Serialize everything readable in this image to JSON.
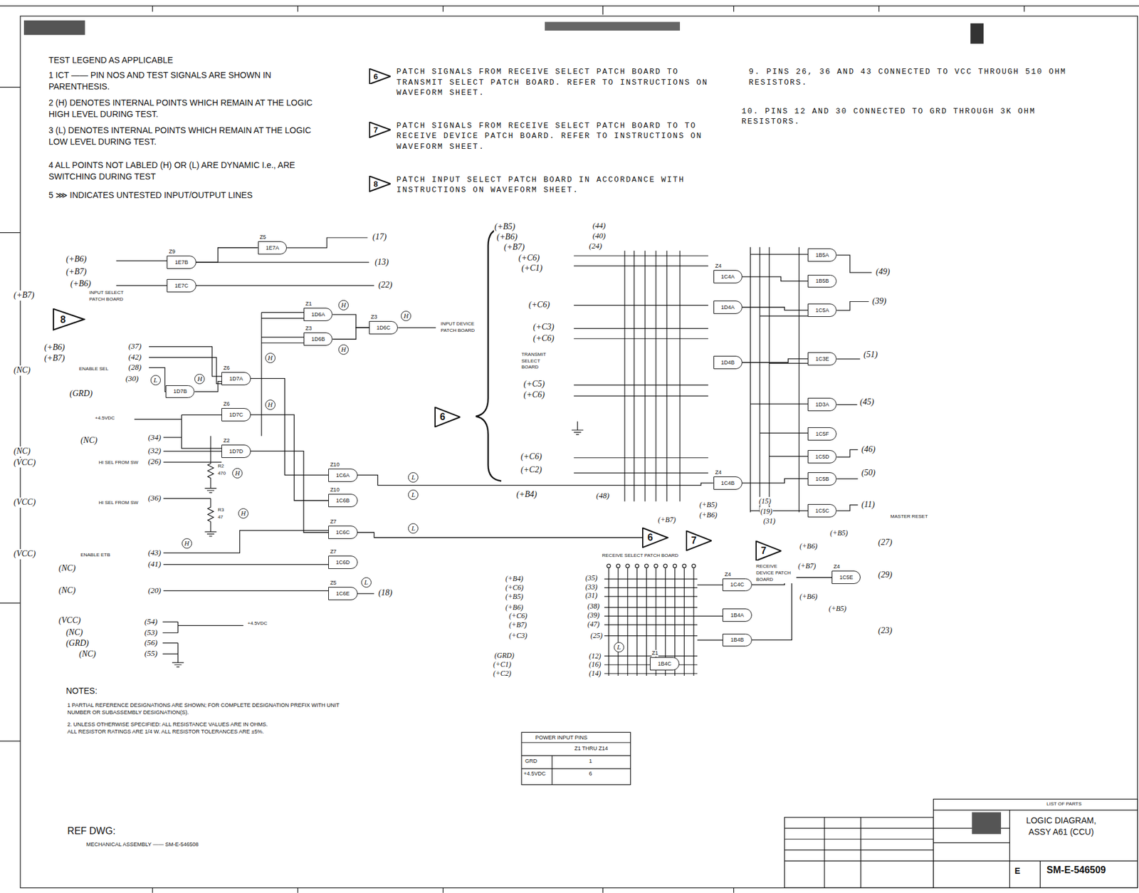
{
  "diagram": {
    "nodes": [
      {
        "text": [
          "6"
        ]
      },
      {
        "text": [
          "7"
        ]
      },
      {
        "text": [
          "8"
        ]
      },
      {
        "text": [
          "8"
        ]
      },
      {
        "text": [
          "1E7A",
          "Z5"
        ]
      },
      {
        "text": [
          "1E7B",
          "Z9"
        ]
      },
      {
        "text": [
          "1E7C"
        ]
      },
      {
        "text": [
          "1D6A",
          "Z1"
        ]
      },
      {
        "text": [
          "1D6B",
          "Z3"
        ]
      },
      {
        "text": [
          "1D6C",
          "Z3"
        ]
      },
      {
        "text": [
          "1D7A",
          "Z6"
        ]
      },
      {
        "text": [
          "1D7B"
        ]
      },
      {
        "text": [
          "1D7C",
          "Z6"
        ]
      },
      {
        "text": [
          "1D7D",
          "Z2"
        ]
      },
      {
        "text": [
          "1C6A",
          "Z10"
        ]
      },
      {
        "text": [
          "1C6B",
          "Z10"
        ]
      },
      {
        "text": [
          "1C6C",
          "Z7"
        ]
      },
      {
        "text": [
          "1C6D",
          "Z7"
        ]
      },
      {
        "text": [
          "1C6E",
          "Z5"
        ]
      },
      {
        "text": [
          "6"
        ]
      },
      {
        "text": [
          "1C4A",
          "Z4"
        ]
      },
      {
        "text": [
          "1D4A"
        ]
      },
      {
        "text": [
          "1D4B"
        ]
      },
      {
        "text": [
          "1C4B",
          "Z4"
        ]
      },
      {
        "text": [
          "1B5A"
        ]
      },
      {
        "text": [
          "1B5B"
        ]
      },
      {
        "text": [
          "1C5A"
        ]
      },
      {
        "text": [
          "1C3E"
        ]
      },
      {
        "text": [
          "1D3A"
        ]
      },
      {
        "text": [
          "1C5F"
        ]
      },
      {
        "text": [
          "1C5D"
        ]
      },
      {
        "text": [
          "1C5B"
        ]
      },
      {
        "text": [
          "1C5C"
        ]
      },
      {
        "text": [
          "6"
        ]
      },
      {
        "text": [
          "7"
        ]
      },
      {
        "text": [
          "7"
        ]
      },
      {
        "text": [
          "1C4C",
          "Z4"
        ]
      },
      {
        "text": [
          "1C5E",
          "Z4"
        ]
      },
      {
        "text": [
          "1B4A"
        ]
      },
      {
        "text": [
          "1B4B"
        ]
      },
      {
        "text": [
          "1B4C",
          "Z1"
        ]
      }
    ],
    "edges": [
      {
        "from": 7,
        "to": 9,
        "arrow": "none"
      },
      {
        "from": 8,
        "to": 9,
        "arrow": "none"
      },
      {
        "from": 10,
        "to": 14,
        "arrow": "none"
      },
      {
        "from": 12,
        "to": 15,
        "arrow": "none"
      },
      {
        "from": 13,
        "to": 16,
        "arrow": "none"
      },
      {
        "from": 14,
        "to": 23,
        "arrow": "none"
      },
      {
        "from": 16,
        "to": 33,
        "arrow": "none"
      },
      {
        "from": 20,
        "to": 25,
        "arrow": "none"
      },
      {
        "from": 21,
        "to": 26,
        "arrow": "none"
      },
      {
        "from": 22,
        "to": 27,
        "arrow": "none"
      },
      {
        "from": 23,
        "to": 31,
        "arrow": "none"
      },
      {
        "from": 36,
        "to": 37,
        "arrow": "none"
      },
      {
        "from": 39,
        "to": 37,
        "arrow": "none"
      },
      {
        "from": 5,
        "to": 4,
        "arrow": "none"
      }
    ],
    "labels": [
      "TEST LEGEND AS APPLICABLE",
      "1 ICT —— PIN NOS AND TEST SIGNALS ARE SHOWN IN PARENTHESIS.",
      "2 (H) DENOTES INTERNAL POINTS WHICH REMAIN AT THE LOGIC HIGH LEVEL DURING TEST.",
      "3 (L) DENOTES INTERNAL POINTS WHICH REMAIN AT THE LOGIC LOW LEVEL DURING TEST.",
      "4 ALL POINTS NOT LABLED (H) OR (L) ARE DYNAMIC I.e., ARE SWITCHING DURING TEST",
      "5 ⋙ INDICATES UNTESTED INPUT/OUTPUT LINES",
      "PATCH SIGNALS FROM RECEIVE SELECT PATCH BOARD TO TRANSMIT SELECT PATCH BOARD. REFER TO INSTRUCTIONS ON WAVEFORM SHEET.",
      "PATCH SIGNALS FROM RECEIVE SELECT PATCH BOARD TO TO RECEIVE DEVICE PATCH BOARD. REFER TO INSTRUCTIONS ON WAVEFORM SHEET.",
      "PATCH INPUT SELECT PATCH BOARD IN ACCORDANCE WITH INSTRUCTIONS ON WAVEFORM SHEET.",
      "9. PINS 26, 36 AND 43 CONNECTED TO VCC THROUGH 510 OHM RESISTORS.",
      "10. PINS 12 AND 30 CONNECTED TO GRD THROUGH 3K OHM RESISTORS.",
      "(+B6)",
      "(+B7)",
      "(+B6)",
      "(+B7)",
      "INPUT SELECT PATCH BOARD",
      "(+B6)",
      "(+B7)",
      "(NC)",
      "ENABLE SEL",
      "(37)",
      "(42)",
      "(28)",
      "(30)",
      "(GRD)",
      "+4.5VDC",
      "(NC)",
      "(34)",
      "(NC)",
      "(VCC)",
      "(32)",
      "(26)",
      "HI SEL FROM SW",
      "(VCC)",
      "(36)",
      "HI SEL FROM SW",
      "(VCC)",
      "(43)",
      "ENABLE ETB",
      "(NC)",
      "(41)",
      "(NC)",
      "(20)",
      "(VCC)",
      "(54)",
      "(NC)",
      "(53)",
      "(GRD)",
      "(56)",
      "(NC)",
      "(55)",
      "+4.5VDC",
      "R2",
      "470",
      "R3",
      "47",
      "(17)",
      "(13)",
      "(22)",
      "(18)",
      "INPUT DEVICE PATCH BOARD",
      "(+B5)",
      "(44)",
      "(+B6)",
      "(40)",
      "(+B7)",
      "(24)",
      "(+C6)",
      "(+C1)",
      "(+C6)",
      "(+C3)",
      "(+C6)",
      "TRANSMIT SELECT BOARD",
      "(+C5)",
      "(+C6)",
      "(+C6)",
      "(+C2)",
      "(+B4)",
      "(48)",
      "(49)",
      "(39)",
      "(51)",
      "(45)",
      "(46)",
      "(50)",
      "(11)",
      "MASTER RESET",
      "(+B5)",
      "(15)",
      "(+B6)",
      "(19)",
      "(31)",
      "(+B7)",
      "(27)",
      "(+B5)",
      "(+B6)",
      "(+B7)",
      "(29)",
      "(+B6)",
      "(+B5)",
      "(23)",
      "RECEIVE SELECT PATCH BOARD",
      "RECEIVE DEVICE PATCH BOARD",
      "(+B4)",
      "(35)",
      "(+C6)",
      "(33)",
      "(+B5)",
      "(31)",
      "(+B6)",
      "(38)",
      "(+C6)",
      "(39)",
      "(+B7)",
      "(47)",
      "(+C3)",
      "(25)",
      "(GRD)",
      "(12)",
      "(+C1)",
      "(16)",
      "(+C2)",
      "(14)",
      "H",
      "H",
      "H",
      "H",
      "H",
      "H",
      "H",
      "H",
      "H",
      "L",
      "L",
      "L",
      "L",
      "L",
      "L",
      "NOTES:",
      "1 PARTIAL REFERENCE DESIGNATIONS ARE SHOWN; FOR COMPLETE DESIGNATION PREFIX WITH UNIT NUMBER OR SUBASSEMBLY DESIGNATION(S).",
      "2. UNLESS OTHERWISE SPECIFIED: ALL RESISTANCE VALUES ARE IN OHMS. ALL RESISTOR RATINGS ARE 1/4 W. ALL RESISTOR TOLERANCES ARE ±5%.",
      "POWER INPUT PINS",
      "Z1 THRU Z14",
      "GRD",
      "1",
      "+4.5VDC",
      "6",
      "REF DWG:",
      "MECHANICAL ASSEMBLY —— SM-E-546508",
      "LIST OF PARTS",
      "LOGIC DIAGRAM, ASSY A61 (CCU)",
      "E",
      "SM-E-546509"
    ]
  }
}
